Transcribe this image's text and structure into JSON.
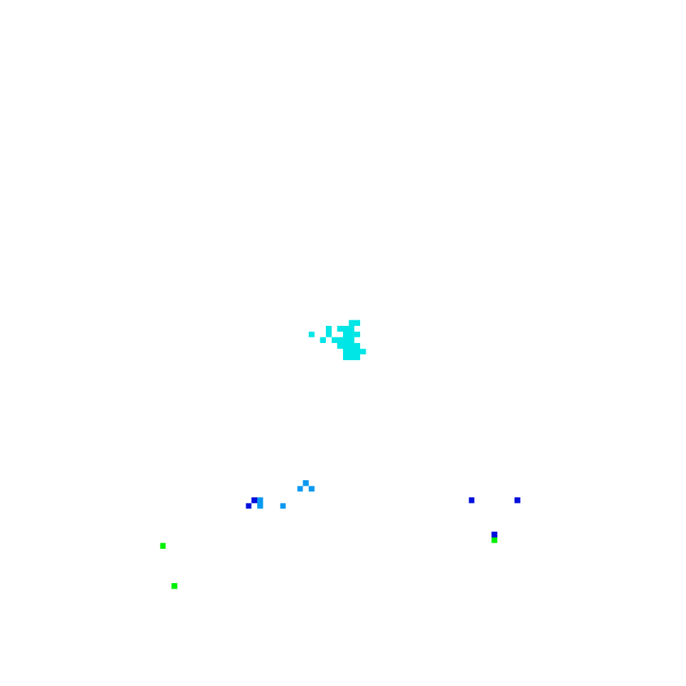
{
  "chart_data": {
    "type": "heatmap",
    "grid": {
      "cols": 120,
      "rows": 120
    },
    "xlim": [
      0,
      120
    ],
    "ylim": [
      0,
      120
    ],
    "title": "",
    "xlabel": "",
    "ylabel": "",
    "axes_visible": false,
    "gridlines": false,
    "legend": "none",
    "colors": {
      "background": "#ffffff",
      "cyan": "#00e5e5",
      "sky": "#0a99f0",
      "blue": "#0010dc",
      "green": "#00f000"
    },
    "series": [
      {
        "color": "cyan",
        "cells": [
          [
            61,
            56
          ],
          [
            62,
            56
          ],
          [
            57,
            57
          ],
          [
            59,
            57
          ],
          [
            60,
            57
          ],
          [
            61,
            57
          ],
          [
            54,
            58
          ],
          [
            57,
            58
          ],
          [
            60,
            58
          ],
          [
            61,
            58
          ],
          [
            62,
            58
          ],
          [
            56,
            59
          ],
          [
            58,
            59
          ],
          [
            59,
            59
          ],
          [
            60,
            59
          ],
          [
            61,
            59
          ],
          [
            59,
            60
          ],
          [
            60,
            60
          ],
          [
            61,
            60
          ],
          [
            62,
            60
          ],
          [
            60,
            61
          ],
          [
            61,
            61
          ],
          [
            62,
            61
          ],
          [
            63,
            61
          ],
          [
            60,
            62
          ],
          [
            61,
            62
          ],
          [
            62,
            62
          ]
        ]
      },
      {
        "color": "sky",
        "cells": [
          [
            53,
            84
          ],
          [
            52,
            85
          ],
          [
            54,
            85
          ],
          [
            45,
            87
          ],
          [
            45,
            88
          ],
          [
            49,
            88
          ]
        ]
      },
      {
        "color": "blue",
        "cells": [
          [
            44,
            87
          ],
          [
            43,
            88
          ],
          [
            82,
            87
          ],
          [
            90,
            87
          ],
          [
            86,
            93
          ]
        ]
      },
      {
        "color": "green",
        "cells": [
          [
            86,
            94
          ],
          [
            28,
            95
          ],
          [
            30,
            102
          ]
        ]
      }
    ]
  }
}
